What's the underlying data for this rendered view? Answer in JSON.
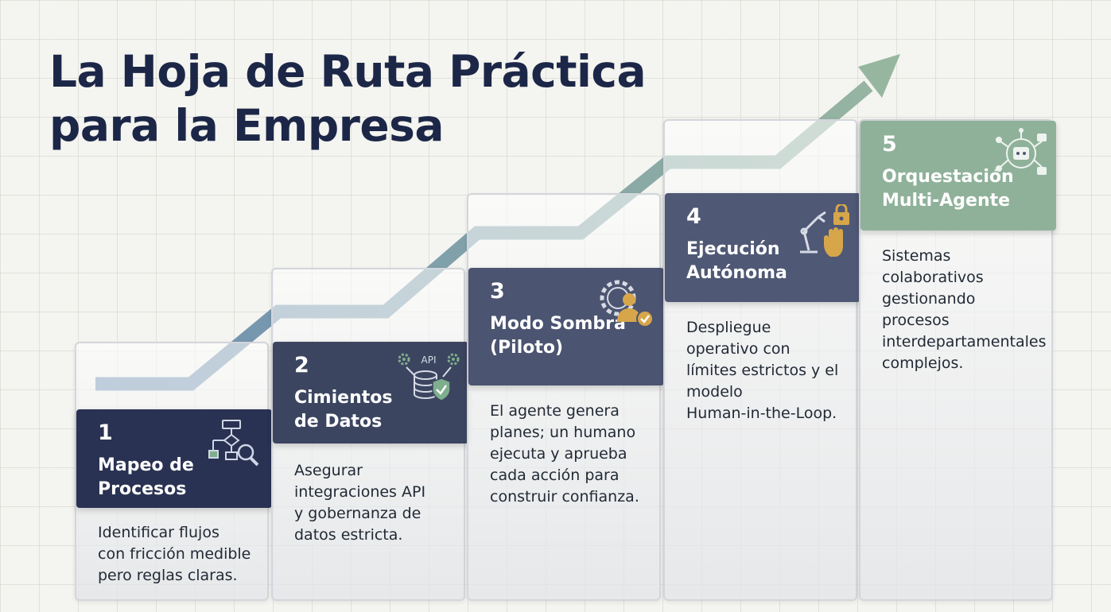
{
  "title": {
    "line1": "La Hoja de Ruta Práctica",
    "line2": "para la Empresa"
  },
  "steps": [
    {
      "number": "1",
      "name": "Mapeo de\nProcesos",
      "description": "Identificar flujos\ncon fricción medible\npero reglas claras.",
      "icon": "process-flow-magnifier-icon",
      "header_color": "#2a3253"
    },
    {
      "number": "2",
      "name": "Cimientos\nde Datos",
      "description": "Asegurar\nintegraciones API\ny gobernanza de\ndatos estricta.",
      "icon": "api-database-shield-icon",
      "icon_label": "API",
      "header_color": "#3c4560"
    },
    {
      "number": "3",
      "name": "Modo Sombra\n(Piloto)",
      "description": "El agente genera\nplanes; un humano\nejecuta y aprueba\ncada acción para\nconstruir confianza.",
      "icon": "gear-person-check-icon",
      "header_color": "#4b5470"
    },
    {
      "number": "4",
      "name": "Ejecución\nAutónoma",
      "description": "Despliegue\noperativo con\nlímites estrictos y el\nmodelo\nHuman-in-the-Loop.",
      "icon": "robot-arm-lock-hand-icon",
      "header_color": "#4f5874"
    },
    {
      "number": "5",
      "name": "Orquestación\nMulti-Agente",
      "description": "Sistemas\ncolaborativos\ngestionando\nprocesos\ninterdepartamentales\ncomplejos.",
      "icon": "multi-agent-network-icon",
      "header_color": "#8fb19a"
    }
  ],
  "colors": {
    "title": "#1c2748",
    "arrow_start": "#6f8fb3",
    "arrow_end": "#97b6a0",
    "accent_gold": "#d7a64a",
    "accent_green": "#7fae8c"
  }
}
